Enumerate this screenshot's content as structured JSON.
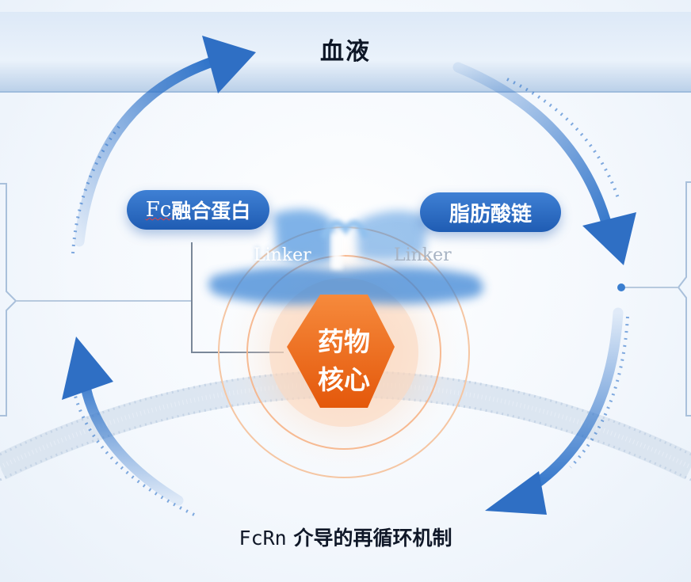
{
  "blood_label": "血液",
  "fc_fusion_protein_label": {
    "latin": "Fc",
    "cjk": "融合蛋白"
  },
  "fatty_acid_chain_label": "脂肪酸链",
  "linker_labels": [
    "Linker",
    "Linker"
  ],
  "drug_core_label": [
    "药物",
    "核心"
  ],
  "mechanism_caption": {
    "latin": "FcRn",
    "cjk": " 介导的再循环机制"
  },
  "colors": {
    "arrow_blue": "#2f73c9",
    "pill_blue": "#2a68bf",
    "core_orange": "#f06a12",
    "glow_orange": "#f7a46a",
    "membrane": "#c5d4e6"
  },
  "icons": [
    "recycle-arrow-icon",
    "hexagon-core-icon",
    "lipid-bilayer-icon",
    "blurred-protein-icon"
  ]
}
